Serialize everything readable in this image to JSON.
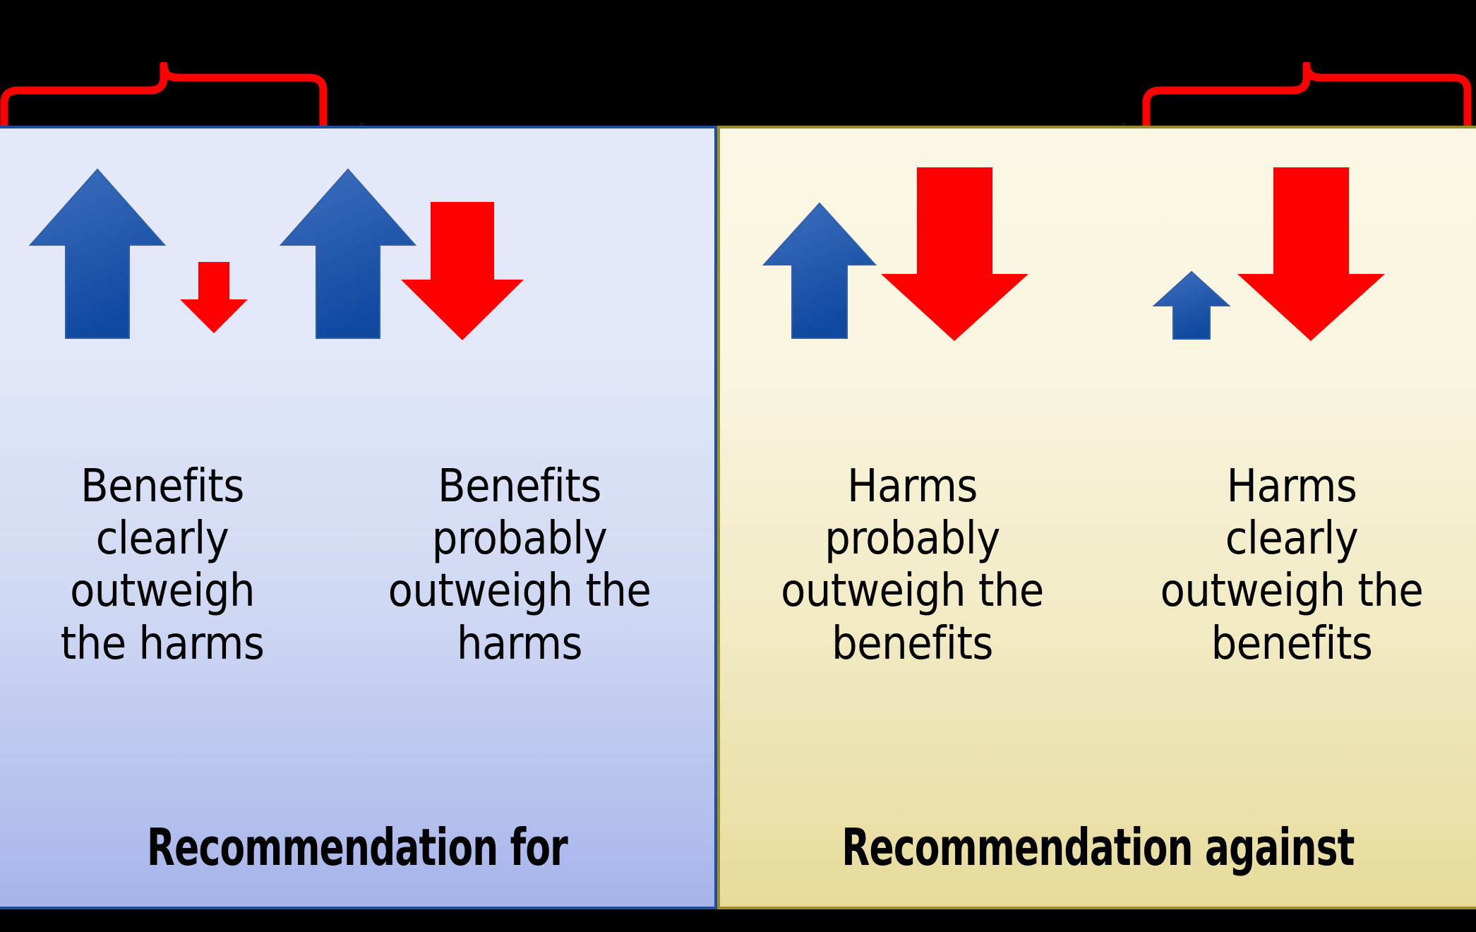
{
  "figure": {
    "title_visible": false,
    "panels": [
      {
        "id": "recommendation-for",
        "label": "Recommendation for",
        "background_start": "#e4e9fa",
        "background_end": "#a7b4ea",
        "border_color": "#1f4e9c",
        "columns": [
          {
            "id": "benefits-clearly-outweigh",
            "lines": [
              "Benefits",
              "clearly",
              "outweigh",
              "the harms"
            ],
            "text": "Benefits clearly outweigh the harms",
            "up_arrow": {
              "color": "#1f5bb5",
              "size": "large",
              "direction": "up"
            },
            "down_arrow": {
              "color": "#fe0000",
              "size": "x-small",
              "direction": "down"
            }
          },
          {
            "id": "benefits-probably-outweigh",
            "lines": [
              "Benefits",
              "probably",
              "outweigh the",
              "harms"
            ],
            "text": "Benefits probably outweigh the harms",
            "up_arrow": {
              "color": "#1f5bb5",
              "size": "large",
              "direction": "up"
            },
            "down_arrow": {
              "color": "#fe0000",
              "size": "medium",
              "direction": "down"
            }
          }
        ]
      },
      {
        "id": "recommendation-against",
        "label": "Recommendation against",
        "background_start": "#fbf7e4",
        "background_end": "#e7dc9c",
        "border_color": "#9a8d2a",
        "columns": [
          {
            "id": "harms-probably-outweigh",
            "lines": [
              "Harms",
              "probably",
              "outweigh the",
              "benefits"
            ],
            "text": "Harms probably outweigh the benefits",
            "up_arrow": {
              "color": "#1f5bb5",
              "size": "medium",
              "direction": "up"
            },
            "down_arrow": {
              "color": "#fe0000",
              "size": "large",
              "direction": "down"
            }
          },
          {
            "id": "harms-clearly-outweigh",
            "lines": [
              "Harms",
              "clearly",
              "outweigh the",
              "benefits"
            ],
            "text": "Harms clearly outweigh the benefits",
            "up_arrow": {
              "color": "#1f5bb5",
              "size": "x-small",
              "direction": "up"
            },
            "down_arrow": {
              "color": "#fe0000",
              "size": "large",
              "direction": "down"
            }
          }
        ]
      }
    ],
    "braces": [
      {
        "id": "brace-strong-for",
        "color": "#fe0000",
        "side": "left"
      },
      {
        "id": "brace-strong-against",
        "color": "#fe0000",
        "side": "right"
      }
    ],
    "ticks": [
      {
        "id": "tick-left-divider",
        "color": "#0d0d0d"
      },
      {
        "id": "tick-right-divider",
        "color": "#0d0d0d"
      }
    ],
    "colors": {
      "arrow_blue": "#1f5bb5",
      "arrow_red": "#fe0000",
      "brace_red": "#fe0000",
      "panel_for_border": "#1f4e9c",
      "panel_against_border": "#9a8d2a",
      "backdrop": "#000000"
    }
  }
}
